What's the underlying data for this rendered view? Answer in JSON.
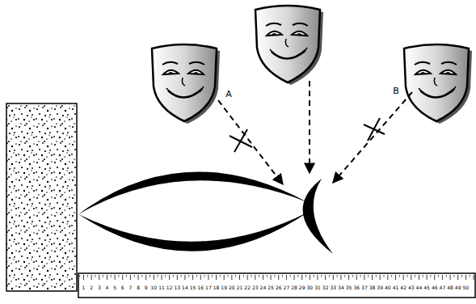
{
  "diagram": {
    "labels": [
      "A",
      "B",
      "1",
      "2",
      "3",
      "4",
      "5",
      "6",
      "7",
      "8",
      "9",
      "10",
      "11",
      "12",
      "13",
      "14",
      "15",
      "16",
      "17",
      "18",
      "19",
      "20",
      "21",
      "22",
      "23",
      "24",
      "25",
      "26",
      "27",
      "28",
      "29",
      "30",
      "31",
      "32",
      "33",
      "34",
      "35",
      "36",
      "37",
      "38",
      "39",
      "40",
      "41",
      "42",
      "43",
      "44",
      "45",
      "46",
      "47",
      "48",
      "49",
      "50"
    ]
  }
}
